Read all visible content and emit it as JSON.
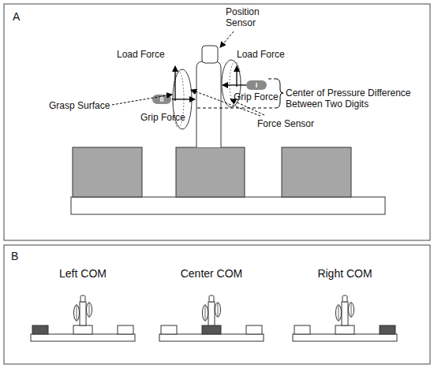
{
  "diagram": {
    "labels": [
      "A",
      "Position Sensor",
      "Load Force",
      "Load Force",
      "Grasp Surface",
      "Grip Force",
      "Grip Force",
      "Center of Pressure Difference Between Two Digits",
      "Force Sensor",
      "II",
      "I",
      "B",
      "Left COM",
      "Center COM",
      "Right COM"
    ]
  }
}
